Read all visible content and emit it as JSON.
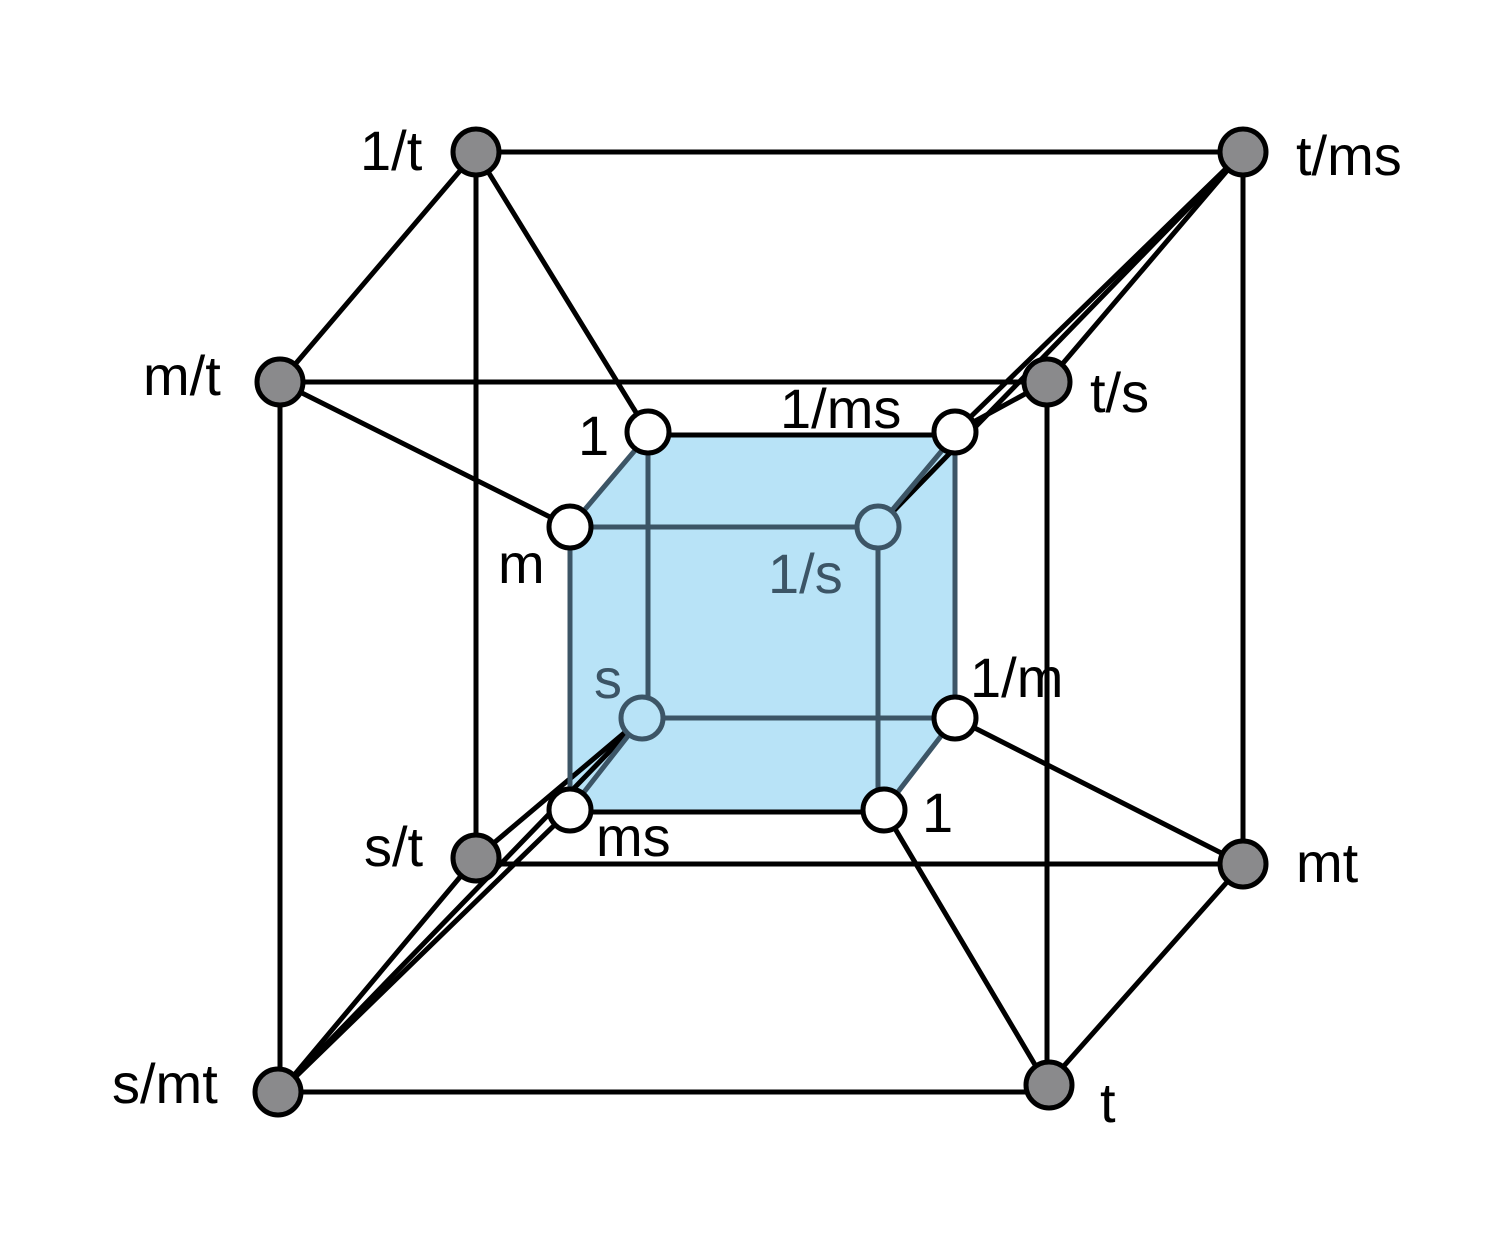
{
  "colors": {
    "outer_node_fill": "#8a8a8c",
    "inner_node_fill": "#ffffff",
    "inner_cube_fill": "#b8e3f7",
    "edge": "#000000",
    "inner_edge": "#3c5566"
  },
  "labels": {
    "outer_top_back_left": "1/t",
    "outer_top_back_right": "t/ms",
    "outer_top_front_left": "m/t",
    "outer_top_front_right": "t/s",
    "outer_bottom_back_left": "s/t",
    "outer_bottom_back_right": "mt",
    "outer_bottom_front_left": "s/mt",
    "outer_bottom_front_right": "t",
    "inner_top_back_left": "1",
    "inner_top_back_right": "1/ms",
    "inner_top_front_left": "m",
    "inner_top_front_right": "1/s",
    "inner_bottom_back_left": "s",
    "inner_bottom_back_right": "1/m",
    "inner_bottom_front_left": "ms",
    "inner_bottom_front_right": "1"
  }
}
